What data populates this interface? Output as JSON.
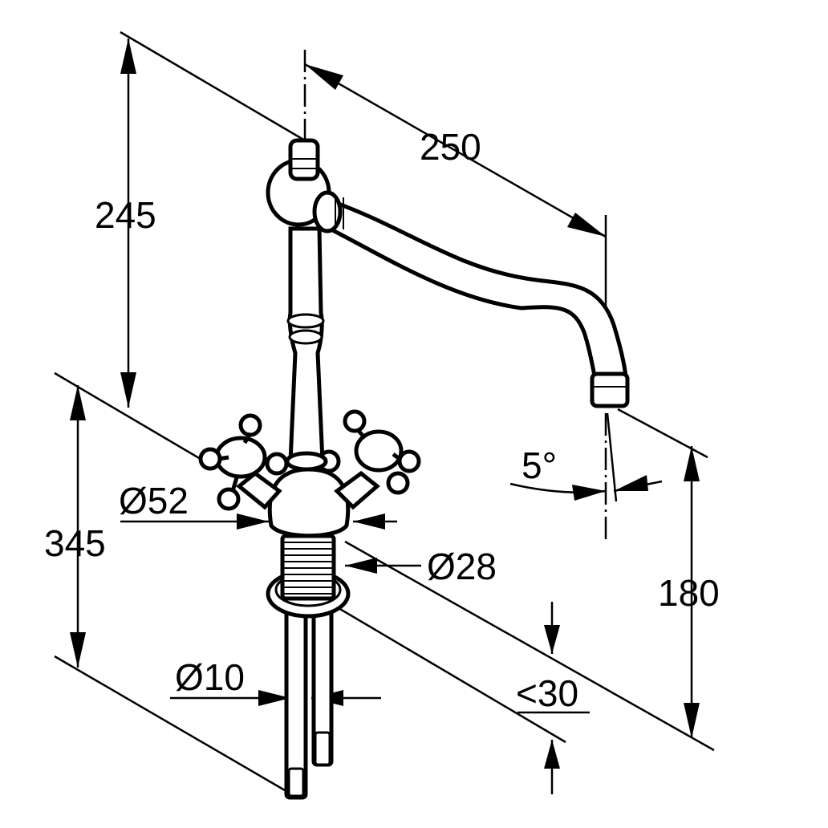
{
  "diagram": {
    "dimensions": {
      "spout_height": "245",
      "spout_reach": "250",
      "total_height": "345",
      "outlet_height": "180",
      "spout_angle": "5°",
      "body_diameter": "Ø52",
      "thread_diameter": "Ø28",
      "pipe_diameter": "Ø10",
      "max_counter_thickness": "<30"
    },
    "colors": {
      "stroke": "#000000",
      "background": "#ffffff"
    }
  }
}
